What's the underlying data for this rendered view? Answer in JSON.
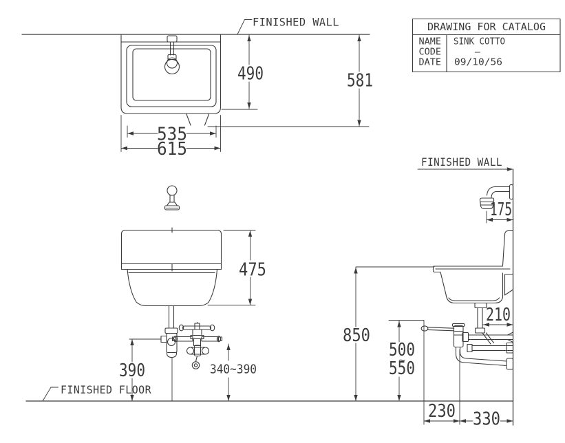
{
  "meta": {
    "background": "#ffffff",
    "ink_color": "#3b3b3b",
    "drawing_type": "sink installation dimension drawing"
  },
  "title_block": {
    "title": "DRAWING FOR CATALOG",
    "rows": [
      {
        "label": "NAME",
        "value": "SINK COTTO"
      },
      {
        "label": "CODE",
        "value": "–"
      },
      {
        "label": "DATE",
        "value": "09/10/56"
      }
    ]
  },
  "labels": {
    "finished_wall_top": "FINISHED WALL",
    "finished_wall_side": "FINISHED WALL",
    "finished_floor": "FINISHED FLOOR"
  },
  "dims": {
    "plan": {
      "bowl_width": "535",
      "overall_width": "615",
      "wall_to_bowl_front": "490",
      "wall_to_bracket": "581"
    },
    "front": {
      "body_height": "475",
      "trap_outlet_height": "390",
      "supply_height_range": "340~390"
    },
    "side": {
      "spout_reach": "175",
      "drain_to_wall": "210",
      "rim_height": "850",
      "supply_min": "500",
      "approx": "~",
      "supply_max": "550",
      "trap_run": "230",
      "drain_run": "330"
    }
  }
}
